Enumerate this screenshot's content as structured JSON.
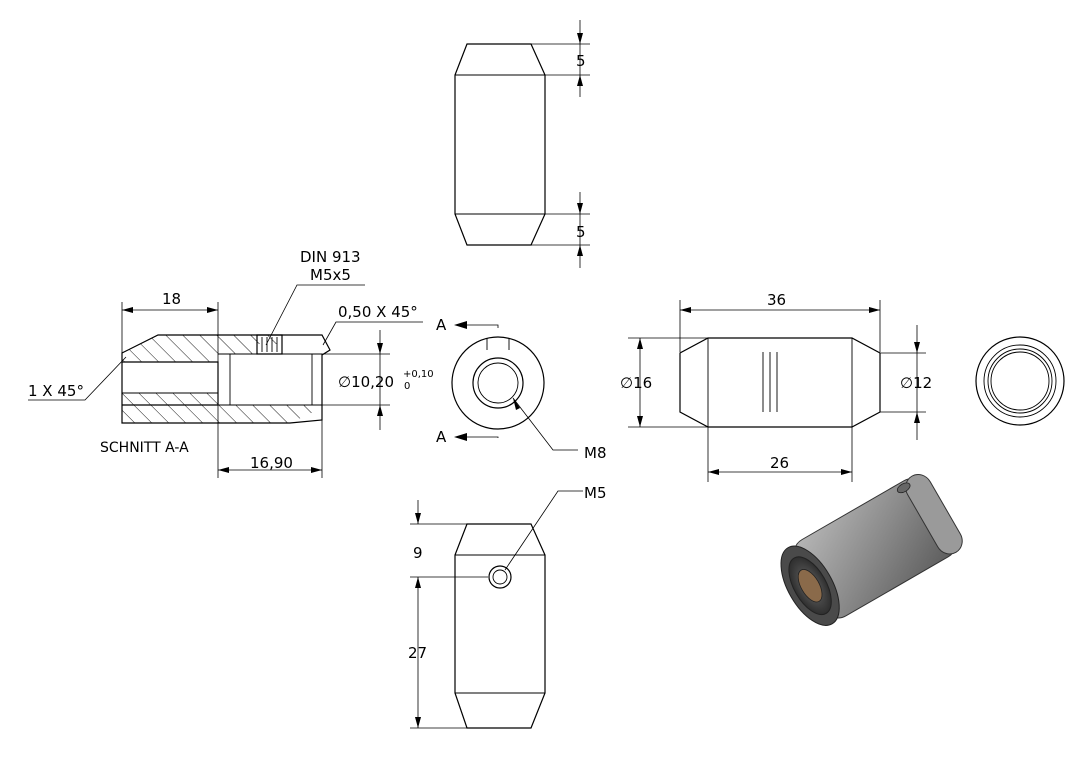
{
  "labels": {
    "top_chamfer_top": "5",
    "top_chamfer_bottom": "5",
    "din_norm": "DIN 913",
    "din_size": "M5x5",
    "sec_length_18": "18",
    "sec_chamfer": "0,50 X 45°",
    "sec_diameter": "∅10,20",
    "tol_upper": "+0,10",
    "tol_lower": "0",
    "sec_chamfer_left": "1 X 45°",
    "section_title": "SCHNITT A-A",
    "sec_length_1690": "16,90",
    "cut_a_top": "A",
    "cut_a_bottom": "A",
    "thread_m8": "M8",
    "side_length_36": "36",
    "side_dia_16": "∅16",
    "side_dia_12": "∅12",
    "side_length_26": "26",
    "thread_m5": "M5",
    "bottom_dim_9": "9",
    "bottom_dim_27": "27"
  },
  "colors": {
    "line": "#000000",
    "background": "#ffffff",
    "body_metal": "#8a8a8a",
    "body_dark": "#3a3a3a"
  }
}
